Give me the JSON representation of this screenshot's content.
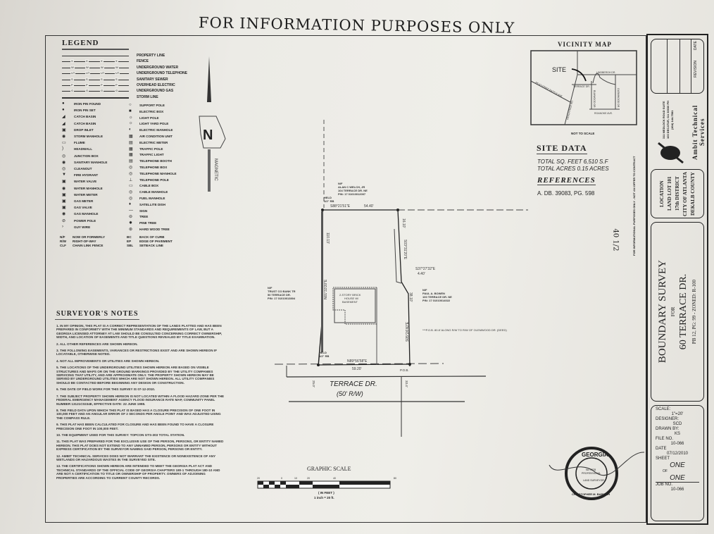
{
  "header_note": "FOR INFORMATION PURPOSES ONLY",
  "legend": {
    "title": "LEGEND",
    "lines": [
      "PROPERTY LINE",
      "FENCE",
      "UNDERGROUND WATER",
      "UNDERGROUND TELEPHONE",
      "SANITARY SEWER",
      "OVERHEAD ELECTRIC",
      "UNDERGROUND GAS",
      "STORM LINE"
    ],
    "line_codes": [
      "",
      "X",
      "W",
      "UT",
      "S",
      "P",
      "G",
      ""
    ],
    "left_symbols": [
      "IRON PIN FOUND",
      "IRON PIN SET",
      "CATCH BASIN",
      "CATCH BASIN",
      "DROP INLET",
      "STORM MANHOLE",
      "FLUME",
      "HEADWALL",
      "JUNCTION BOX",
      "SANITARY MANHOLE",
      "CLEANOUT",
      "FIRE HYDRANT",
      "WATER VALVE",
      "WATER MANHOLE",
      "WATER METER",
      "GAS METER",
      "GAS VALVE",
      "GAS MANHOLE",
      "POWER POLE",
      "GUY WIRE"
    ],
    "right_symbols": [
      "SUPPORT POLE",
      "ELECTRIC BOX",
      "LIGHT POLE",
      "LIGHT YARD POLE",
      "ELECTRIC MANHOLE",
      "AIR CONDITION UNIT",
      "ELECTRIC METER",
      "TRAFFIC POLE",
      "TRAFFIC LIGHT",
      "TELEPHONE BOOTH",
      "TELEPHONE BOX",
      "TELEPHONE MANHOLE",
      "TELEPHONE POLE",
      "CABLE BOX",
      "CABLE MANHOLE",
      "FUEL MANHOLE",
      "SATELLITE DISH",
      "SIGN",
      "TREE",
      "PINE TREE",
      "HARD WOOD TREE"
    ],
    "abbreviations": [
      {
        "abbr": "N/F",
        "text": "NOW OR FORMERLY"
      },
      {
        "abbr": "R/W",
        "text": "RIGHT-OF-WAY"
      },
      {
        "abbr": "CLF",
        "text": "CHAIN LINK FENCE"
      },
      {
        "abbr": "BC",
        "text": "BACK OF CURB"
      },
      {
        "abbr": "EP",
        "text": "EDGE OF PAVEMENT"
      },
      {
        "abbr": "SBL",
        "text": "SETBACK LINE"
      }
    ]
  },
  "north_arrow": {
    "letter": "N",
    "label": "MAGNETIC"
  },
  "surveyors_notes": {
    "title": "SURVEYOR'S NOTES",
    "items": [
      "1. IN MY OPINION, THIS PLAT IS A CORRECT REPRESENTATION OF THE LANDS PLATTED AND HAS BEEN PREPARED IN CONFORMITY WITH THE MINIMUM STANDARDS AND REQUIREMENTS OF LAW, BUT A GEORGIA LICENSED ATTORNEY AT LAW SHOULD BE CONSULTED CONCERNING CORRECT OWNERSHIP, WIDTH, AND LOCATION OF EASEMENTS AND TITLE QUESTIONS REVEALED BY TITLE EXAMINATION.",
      "2. ALL OTHER REFERENCES ARE SHOWN HEREON.",
      "3. THE FOLLOWING EASEMENTS, VARIANCES OR RESTRICTIONS EXIST AND ARE SHOWN HEREON IF LOCATABLE, OTHERWISE NOTED.",
      "4. NOT ALL IMPROVEMENTS OR UTILITIES ARE SHOWN HEREON.",
      "5. THE LOCATIONS OF THE UNDERGROUND UTILITIES SHOWN HEREON ARE BASED ON VISIBLE STRUCTURES AND MAPS OR ON THE GROUND MARKINGS PROVIDED BY THE UTILITY COMPANIES SERVICING THAT UTILITY, AND ARE APPROXIMATE ONLY. THE PROPERTY SHOWN HEREON MAY BE SERVED BY UNDERGROUND UTILITIES WHICH ARE NOT SHOWN HEREON. ALL UTILITY COMPANIES SHOULD BE CONTACTED BEFORE BEGINNING ANY DESIGN OR CONSTRUCTION.",
      "6. THE DATE OF FIELD WORK FOR THIS SURVEY IS 07-12-2010.",
      "7. THE SUBJECT PROPERTY SHOWN HEREON IS NOT LOCATED WITHIN A FLOOD HAZARD ZONE PER THE FEDERAL EMERGENCY MANAGEMENT AGENCY FLOOD INSURANCE RATE MAP, COMMUNITY PANEL NUMBER 13121C0234E, EFFECTIVE DATE: 22 JUNE 1998.",
      "8. THE FIELD DATA UPON WHICH THIS PLAT IS BASED HAS A CLOSURE PRECISION OF ONE FOOT IN 100,000 FEET AND AN ANGULAR ERROR OF 2 SECONDS PER ANGLE POINT AND WAS ADJUSTED USING THE COMPASS RULE.",
      "9. THIS PLAT HAS BEEN CALCULATED FOR CLOSURE AND HAS BEEN FOUND TO HAVE A CLOSURE PRECISION ONE FOOT IN 100,000 FEET.",
      "10. THE EQUIPMENT USED FOR THIS SURVEY: TOPCON GTS-303 TOTAL STATION.",
      "11. THIS PLAT WAS PREPARED FOR THE EXCLUSIVE USE OF THE PERSON, PERSONS, OR ENTITY NAMED HEREON. THIS PLAT DOES NOT EXTEND TO ANY UNNAMED PERSON, PERSONS OR ENTITY WITHOUT EXPRESS CERTIFICATION BY THE SURVEYOR NAMING SAID PERSON, PERSONS OR ENTITY.",
      "12. AMBIT TECHNICAL SERVICES DOES NOT WARRANT THE EXISTENCE OR NONEXISTENCE OF ANY WETLANDS OR HAZARDOUS WASTES IN THE SURVEYED SITE.",
      "13. THE CERTIFICATIONS SHOWN HEREON ARE INTENDED TO MEET THE GEORGIA PLAT ACT AND TECHNICAL STANDARDS OF THE OFFICIAL CODE OF GEORGIA CHAPTERS 180-1 THROUGH 180-10 AND ARE NOT A CERTIFICATION TO TITLE OR OWNERSHIP OF PROPERTY. OWNERS OF ADJOINING PROPERTIES ARE ACCORDING TO CURRENT COUNTY RECORDS."
    ]
  },
  "vicinity_map": {
    "title": "VICINITY MAP",
    "site": "SITE",
    "streets": [
      "LINDBERGH DR.",
      "TERRACE DR.",
      "PEACHTREE BATTLE AVE.",
      "PEACHTREE RD.",
      "ROANOKE AVE.",
      "ELMWOOD DR.",
      "OLEMWOOD DR."
    ],
    "note": "NOT TO SCALE"
  },
  "site_data": {
    "title": "SITE DATA",
    "sq_feet": "TOTAL SQ. FEET 6,510 S.F",
    "acres": "TOTAL ACRES 0.15 ACRES"
  },
  "references": {
    "title": "REFERENCES",
    "text": "A. DB. 39083, PG. 598"
  },
  "disclaimer_vertical": "FOR INFORMATIONAL PURPOSES ONLY - NOT AN OFFER TO CONTRACT",
  "handwritten_mark": "40 1/2",
  "plat": {
    "north_owner": [
      "N/F",
      "ALAN C WELCH, JR",
      "104 TERRACE DR. NE",
      "PIN: 17 01010012007"
    ],
    "west_owner": [
      "N/F",
      "TRUST CO BANK TR",
      "50 TERRACE DR.",
      "PIN: 17 01010013804"
    ],
    "east_owner": [
      "N/F",
      "PAUL A. BOWEN",
      "100 TERRACE DR. NE",
      "PIN: 17 01010014022"
    ],
    "house": [
      "2-STORY BRICK",
      "HOUSE W/",
      "BASEMENT"
    ],
    "pin_top": [
      "HELD",
      "1/2\" RB"
    ],
    "pin_bottom": [
      "HELD",
      "1/2\" RB"
    ],
    "bearings": {
      "north": "S88°21'51\"E",
      "north_dist": "54.40'",
      "west": "N01°33'20\"E",
      "west_dist": "110.13'",
      "east1": "S03°31'20\"E",
      "east_short": "S37°27'32\"E",
      "east_short_dist": "4.40'",
      "east2": "S05°24'40\"E",
      "east2_dist": "38.10'",
      "south": "N89°56'58\"E",
      "south_dist": "59.20'",
      "east_top_dist": "16.10'"
    },
    "pob": "P.O.B.",
    "pob_note": "***P.O.B. 80.8' ALONG R/W TO R/W OF OLEMWOOD DR. (DEED)",
    "street": "TERRACE DR.",
    "street_rw": "(50' R/W)",
    "dist_left": "25.0'",
    "dist_right": "33.4'"
  },
  "graphic_scale": {
    "title": "GRAPHIC SCALE",
    "ticks": [
      "20",
      "0",
      "10",
      "20",
      "40",
      "80"
    ],
    "units": "( IN FEET )",
    "ratio": "1 inch = 20 ft."
  },
  "seal": {
    "top": "GEORGIA",
    "middle": [
      "No. 2978",
      "PROFESSIONAL",
      "LAND SURVEYOR"
    ],
    "bottom": "CHRISTOPHER M. BABBICH"
  },
  "title_block": {
    "revision_headers": [
      "DATE",
      "REVISION"
    ],
    "company": "Ambit Technical Services",
    "company_address": [
      "311 MEDLOCK ROAD",
      "SUITE 100",
      "DECATUR, GA 30030",
      "PH (404) 144-7581"
    ],
    "location": [
      "LOCATION",
      "LAND LOT 101",
      "17th DISTRICT",
      "CITY OF ATLANTA",
      "DEKALB COUNTY"
    ],
    "survey_title": "BOUNDARY SURVEY",
    "for": "FOR",
    "address": "60 TERRACE DR.",
    "plat_ref": "PB 12, PG: 99 - ZONED: R-100",
    "scale_label": "SCALE:",
    "scale": "1\"=20'",
    "designer_label": "DESIGNER:",
    "designer": "SCD",
    "drawn_label": "DRAWN BY:",
    "drawn": "KS",
    "file_label": "FILE NO.",
    "file": "10-066",
    "date_label": "DATE",
    "date": "07/12/2010",
    "sheet_label": "SHEET",
    "sheet": "ONE",
    "of": "OF",
    "sheet_total": "ONE",
    "job_label": "JOB NO.",
    "job": "10-066"
  }
}
